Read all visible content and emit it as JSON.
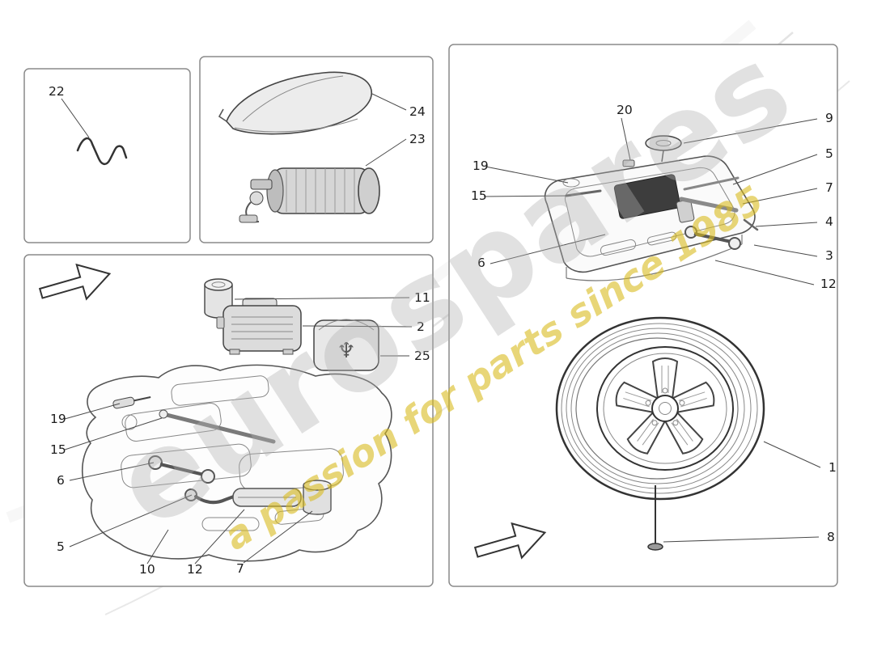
{
  "watermark": {
    "brand": "eurospares",
    "tagline": "a passion for parts since 1985"
  },
  "icons": {
    "trident": "♆"
  },
  "callouts": {
    "p22": "22",
    "p24": "24",
    "p23": "23",
    "p11": "11",
    "p2": "2",
    "p25": "25",
    "p19L": "19",
    "p15L": "15",
    "p6L": "6",
    "p5L": "5",
    "p10": "10",
    "p12L": "12",
    "p7L": "7",
    "p20": "20",
    "p9": "9",
    "p5R": "5",
    "p7R": "7",
    "p4": "4",
    "p3": "3",
    "p12R": "12",
    "p19R": "19",
    "p15R": "15",
    "p6R": "6",
    "p1": "1",
    "p8": "8"
  }
}
